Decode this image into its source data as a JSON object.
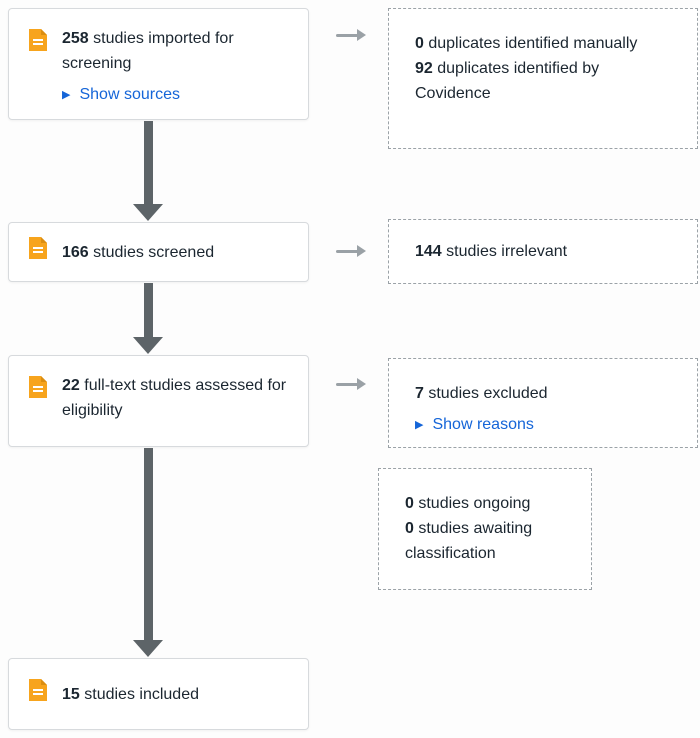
{
  "icons": {
    "play": "▶",
    "document": "document-icon"
  },
  "colors": {
    "link_blue": "#1565d8",
    "icon_orange": "#F7A41D",
    "icon_orange_dark": "#DB8E12",
    "arrow_dark": "#5d6468",
    "arrow_light": "#9aa1a6",
    "text_dark": "#1b2630",
    "solid_border": "#d7dadd",
    "dashed_border": "#9ba2a7"
  },
  "flow": {
    "imported": {
      "count": "258",
      "label": " studies imported for screening",
      "link_label": "Show sources"
    },
    "duplicates": {
      "lines": [
        {
          "count": "0",
          "label": " duplicates identified manually"
        },
        {
          "count": "92",
          "label": " duplicates identified by Covidence"
        }
      ]
    },
    "screened": {
      "count": "166",
      "label": " studies screened"
    },
    "irrelevant": {
      "count": "144",
      "label": " studies irrelevant"
    },
    "fulltext": {
      "count": "22",
      "label": " full-text studies assessed for eligibility"
    },
    "excluded": {
      "count": "7",
      "label": " studies excluded",
      "link_label": "Show reasons"
    },
    "ongoing": {
      "lines": [
        {
          "count": "0",
          "label": " studies ongoing"
        },
        {
          "count": "0",
          "label": " studies awaiting classification"
        }
      ]
    },
    "included": {
      "count": "15",
      "label": " studies included"
    }
  }
}
